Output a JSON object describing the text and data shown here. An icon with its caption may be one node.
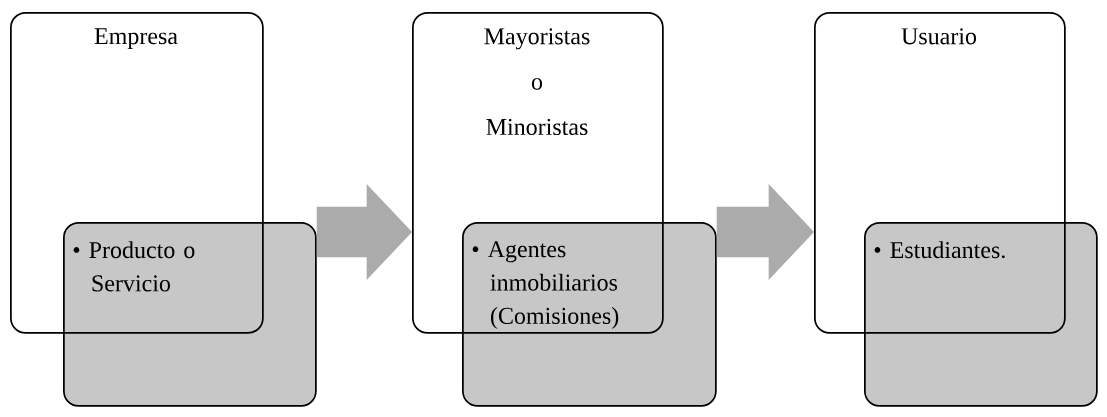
{
  "diagram": {
    "nodes": [
      {
        "text": [
          "Empresa"
        ]
      },
      {
        "text": [
          "• Producto o Servicio"
        ]
      },
      {
        "text": [
          "Mayoristas o Minoristas"
        ]
      },
      {
        "text": [
          "• Agentes inmobiliarios (Comisiones)"
        ]
      },
      {
        "text": [
          "Usuario"
        ]
      },
      {
        "text": [
          "• Estudiantes."
        ]
      }
    ],
    "edges": [
      {
        "from": 1,
        "to": 2,
        "arrow": "to"
      },
      {
        "from": 3,
        "to": 4,
        "arrow": "to"
      }
    ]
  }
}
